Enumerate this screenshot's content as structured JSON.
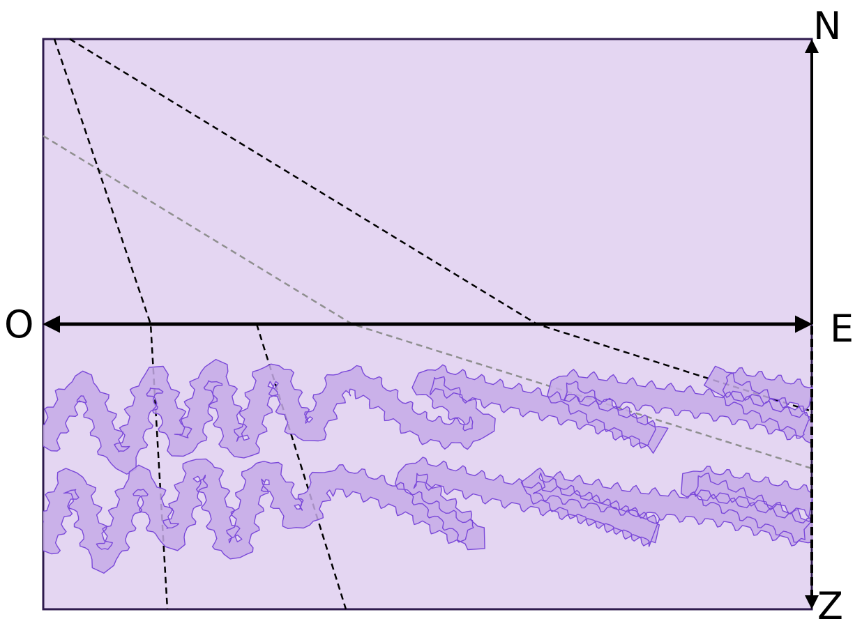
{
  "labels": {
    "north": "N",
    "west": "O",
    "east": "E",
    "depth": "Z"
  },
  "colors": {
    "background_fill": "#e4d6f2",
    "frame_stroke": "#2e1a4d",
    "axis_stroke": "#000000",
    "fault_line": "#000000",
    "gray_line": "#8f8f8f",
    "fold_fill": "#c5aae8",
    "fold_stroke": "#7a48d9"
  }
}
